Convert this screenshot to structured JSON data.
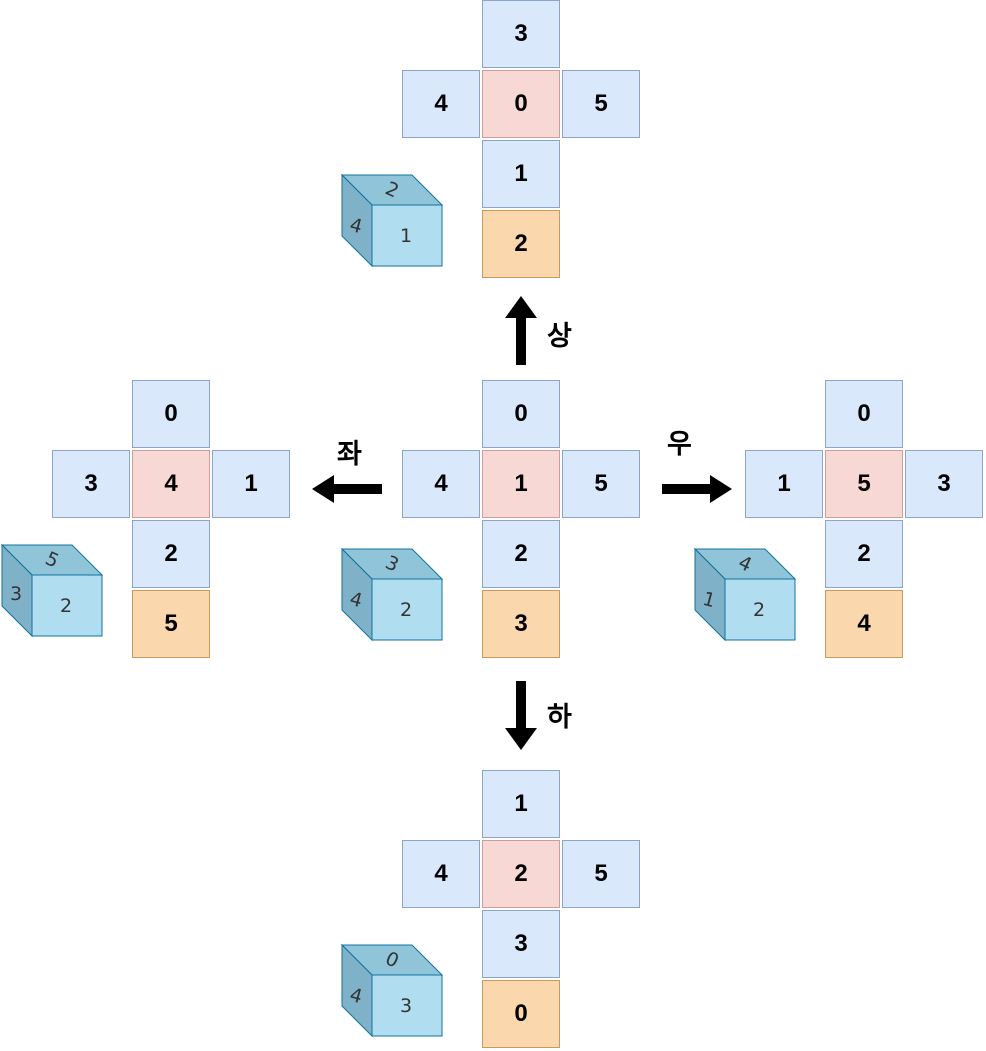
{
  "colors": {
    "face": "#dae8fc",
    "center": "#f8d8d4",
    "bottom": "#fad7ac",
    "cube_front": "#b1ddf0",
    "cube_top": "#8fc4d9",
    "cube_side": "#7fb2c8",
    "arrow": "#000000"
  },
  "nets": {
    "top": {
      "top": "3",
      "left": "4",
      "center": "0",
      "right": "5",
      "below": "1",
      "bottom": "2"
    },
    "left": {
      "top": "0",
      "left": "3",
      "center": "4",
      "right": "1",
      "below": "2",
      "bottom": "5"
    },
    "middle": {
      "top": "0",
      "left": "4",
      "center": "1",
      "right": "5",
      "below": "2",
      "bottom": "3"
    },
    "right": {
      "top": "0",
      "left": "1",
      "center": "5",
      "right": "3",
      "below": "2",
      "bottom": "4"
    },
    "bottom": {
      "top": "1",
      "left": "4",
      "center": "2",
      "right": "5",
      "below": "3",
      "bottom": "0"
    }
  },
  "cubes": {
    "top": {
      "top": "2",
      "side": "4",
      "front": "1"
    },
    "left": {
      "top": "5",
      "side": "3",
      "front": "2"
    },
    "middle": {
      "top": "3",
      "side": "4",
      "front": "2"
    },
    "right": {
      "top": "4",
      "side": "1",
      "front": "2"
    },
    "bottom": {
      "top": "0",
      "side": "4",
      "front": "3"
    }
  },
  "directions": {
    "up": "상",
    "left": "좌",
    "right": "우",
    "down": "하"
  }
}
